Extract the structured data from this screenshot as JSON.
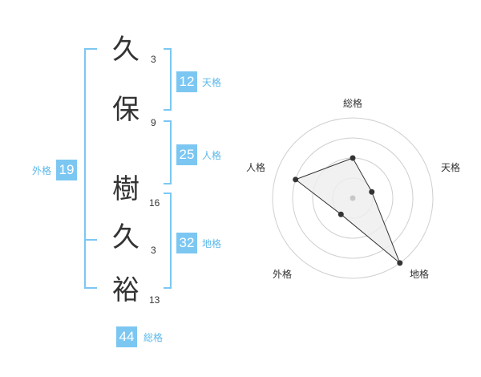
{
  "colors": {
    "accent": "#7cc7f2",
    "text": "#333333",
    "label_text": "#5bb8ea",
    "ring": "#cfcfcf",
    "polygon_fill": "#eeeeee",
    "polygon_stroke": "#333333"
  },
  "name": {
    "characters": [
      {
        "char": "久",
        "strokes": "3"
      },
      {
        "char": "保",
        "strokes": "9"
      },
      {
        "char": "樹",
        "strokes": "16"
      },
      {
        "char": "久",
        "strokes": "3"
      },
      {
        "char": "裕",
        "strokes": "13"
      }
    ]
  },
  "fortunes": {
    "tenkaku": {
      "value": "12",
      "label": "天格"
    },
    "jinkaku": {
      "value": "25",
      "label": "人格"
    },
    "chikaku": {
      "value": "32",
      "label": "地格"
    },
    "gaikaku": {
      "value": "19",
      "label": "外格"
    },
    "soukaku": {
      "value": "44",
      "label": "総格"
    }
  },
  "chart_data": {
    "type": "radar",
    "axes": [
      "総格",
      "天格",
      "地格",
      "外格",
      "人格"
    ],
    "rings": 4,
    "max": 4,
    "values": [
      2,
      1,
      4,
      1,
      3
    ]
  }
}
